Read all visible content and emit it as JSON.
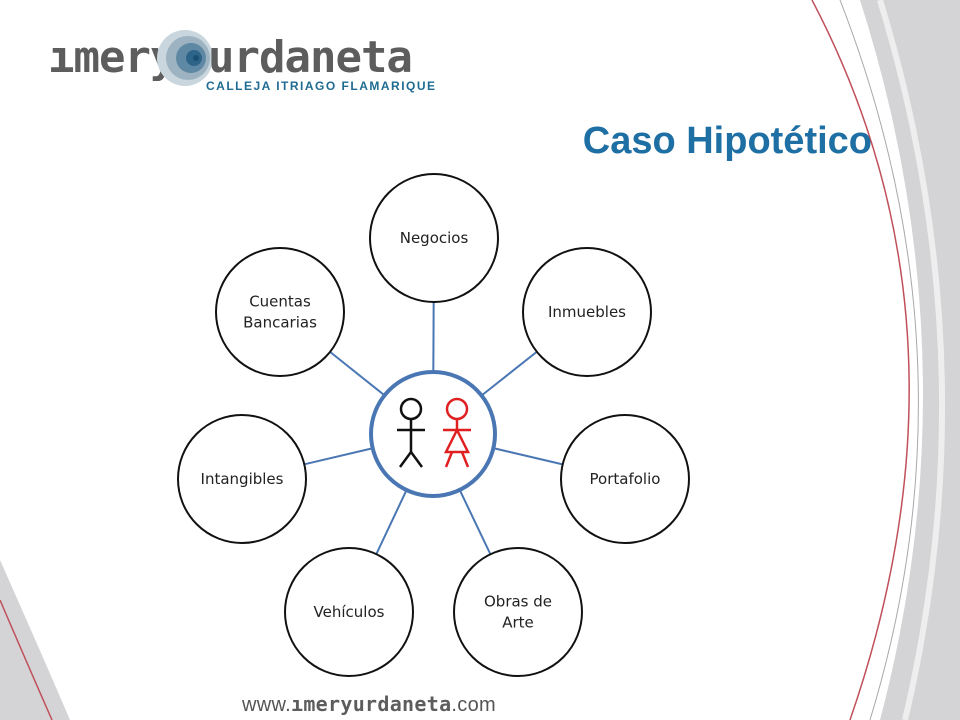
{
  "logo": {
    "word1": "ımery",
    "word2": "urdaneta",
    "tagline": "CALLEJA  ITRIAGO  FLAMARIQUE"
  },
  "title": "Caso Hipotético",
  "diagram": {
    "center_icon": "male-female-figures-icon",
    "nodes": [
      {
        "id": "negocios",
        "label": "Negocios"
      },
      {
        "id": "inmuebles",
        "label": "Inmuebles"
      },
      {
        "id": "portafolio",
        "label": "Portafolio"
      },
      {
        "id": "obras-de-arte",
        "label": "Obras de\nArte"
      },
      {
        "id": "vehiculos",
        "label": "Vehículos"
      },
      {
        "id": "intangibles",
        "label": "Intangibles"
      },
      {
        "id": "cuentas-bancarias",
        "label": "Cuentas\nBancarias"
      }
    ]
  },
  "footer": {
    "prefix": "www.",
    "brand": "ımeryurdaneta",
    "suffix": ".com"
  },
  "colors": {
    "title": "#1e6fa3",
    "hub_ring": "#4a77b4",
    "connector": "#4a77b4",
    "male_figure": "#111111",
    "female_figure": "#e02020",
    "accent_curve": "#c0505a"
  }
}
